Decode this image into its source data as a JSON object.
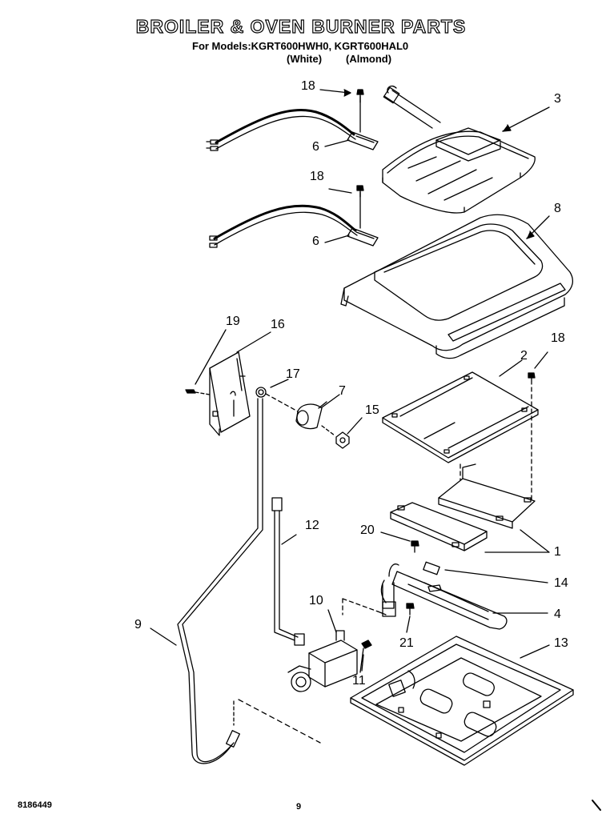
{
  "header": {
    "title": "BROILER & OVEN BURNER PARTS",
    "models_line": "For Models:KGRT600HWH0, KGRT600HAL0",
    "variant_1": "(White)",
    "variant_2": "(Almond)"
  },
  "callouts": {
    "c18a": "18",
    "c3": "3",
    "c6a": "6",
    "c18b": "18",
    "c8": "8",
    "c6b": "6",
    "c19": "19",
    "c16": "16",
    "c18c": "18",
    "c2": "2",
    "c17": "17",
    "c7": "7",
    "c15": "15",
    "c12": "12",
    "c20": "20",
    "c1": "1",
    "c14": "14",
    "c10": "10",
    "c4": "4",
    "c9": "9",
    "c21": "21",
    "c13": "13",
    "c11": "11"
  },
  "footer": {
    "doc_number": "8186449",
    "page_number": "9"
  }
}
